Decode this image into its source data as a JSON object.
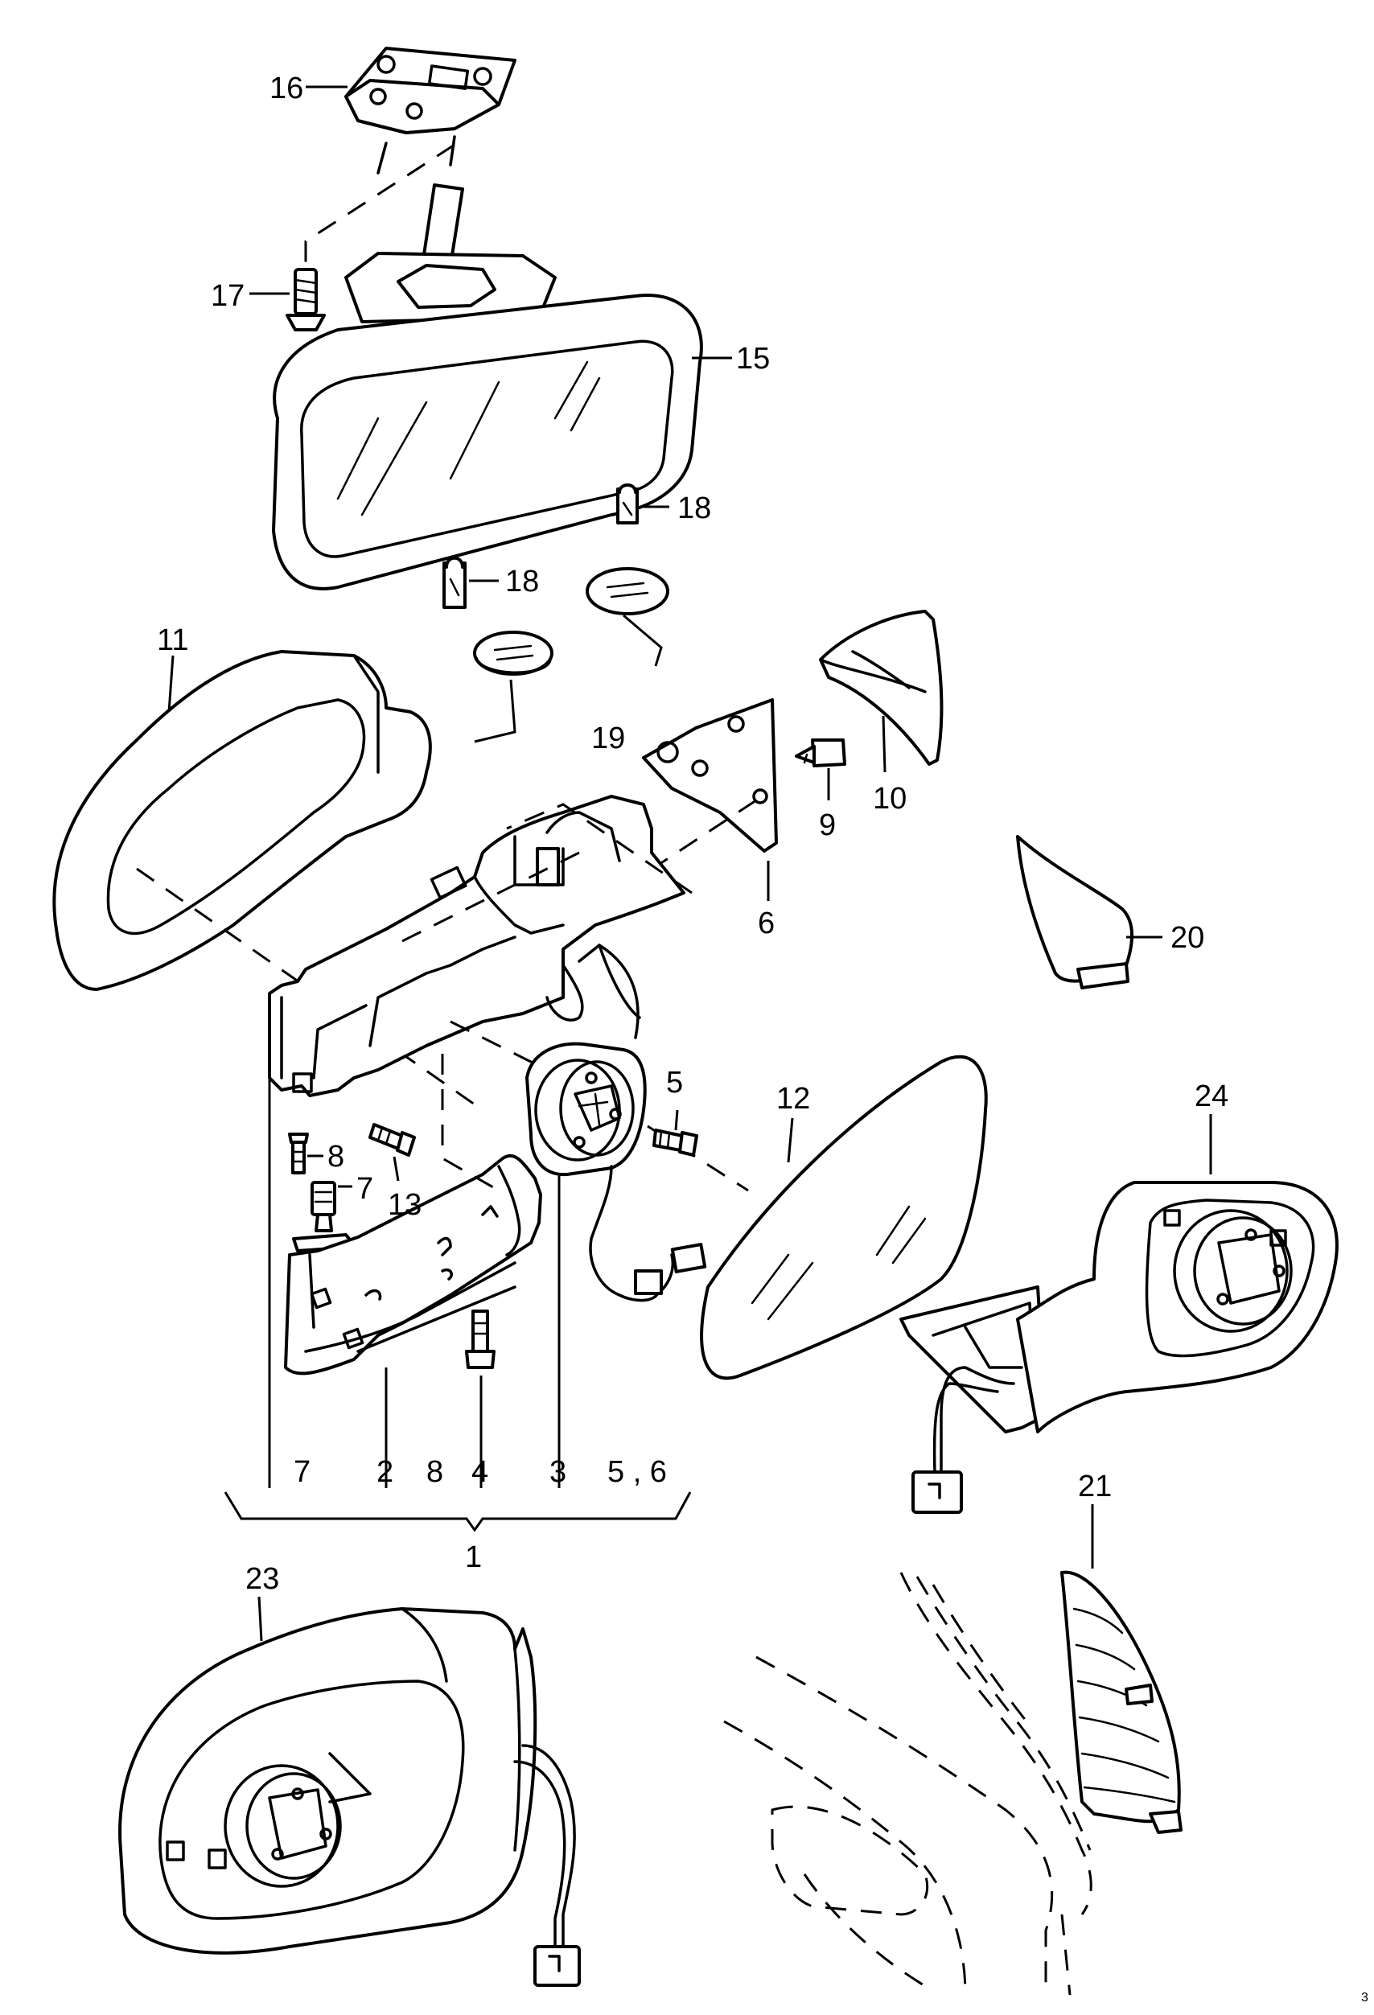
{
  "callouts": {
    "c1": "1",
    "c2": "2",
    "c3": "3",
    "c4": "4",
    "c5": "5",
    "c6": "6",
    "c7": "7",
    "c8": "8",
    "c9": "9",
    "c10": "10",
    "c11": "11",
    "c12": "12",
    "c13": "13",
    "c15": "15",
    "c16": "16",
    "c17": "17",
    "c18a": "18",
    "c18b": "18",
    "c19": "19",
    "c20": "20",
    "c21": "21",
    "c23": "23",
    "c24": "24"
  },
  "bracket_row": {
    "b7": "7",
    "b2": "2",
    "b8": "8",
    "b4": "4",
    "b3": "3",
    "b56": "5 , 6"
  },
  "corner_mark": "3"
}
